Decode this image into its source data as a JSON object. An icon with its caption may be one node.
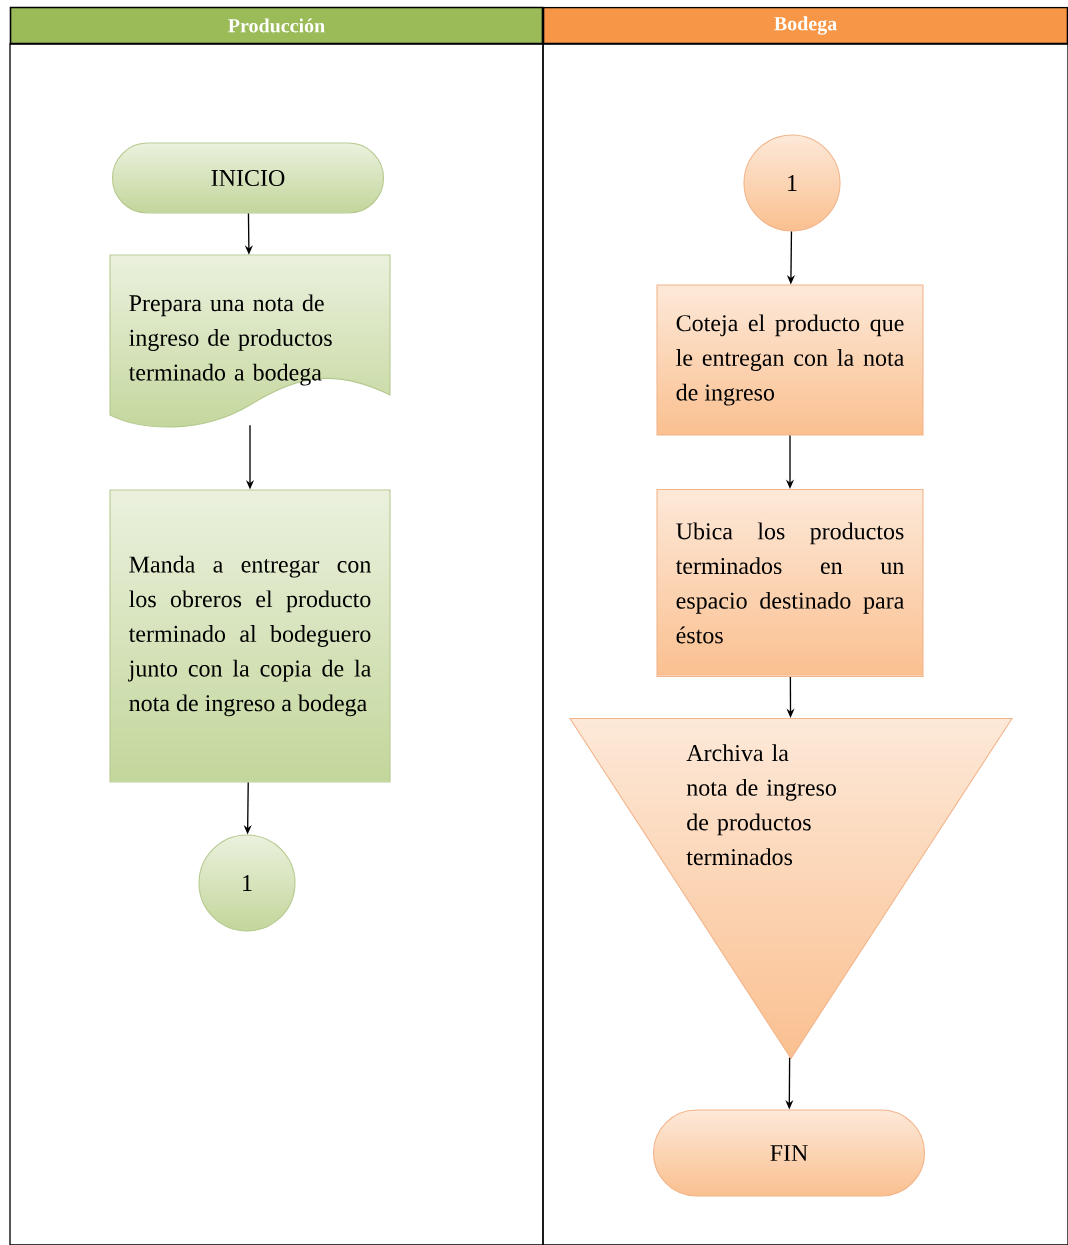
{
  "diagram": {
    "nodes": [
      {
        "text": [
          "Producción"
        ]
      },
      {
        "text": [
          "Bodega"
        ]
      },
      {
        "text": [
          "INICIO"
        ],
        "in": 0
      },
      {
        "text": [
          "Prepara una nota de ingreso de productos terminado a bodega"
        ],
        "in": 0
      },
      {
        "text": [
          "Manda a entregar con los obreros el producto terminado al bodeguero junto con la copia de la nota de ingreso a bodega"
        ],
        "in": 0
      },
      {
        "text": [
          "1"
        ],
        "in": 0
      },
      {
        "text": [
          "1"
        ],
        "in": 1
      },
      {
        "text": [
          "Coteja el producto que le entregan con la nota de ingreso"
        ],
        "in": 1
      },
      {
        "text": [
          "Ubica los productos terminados en un espacio destinado para éstos"
        ],
        "in": 1
      },
      {
        "text": [
          "Archiva la nota de ingreso de productos terminados"
        ],
        "in": 1
      },
      {
        "text": [
          "FIN"
        ],
        "in": 1
      }
    ],
    "edges": [
      {
        "from": 2,
        "to": 3,
        "arrow": "to"
      },
      {
        "from": 3,
        "to": 4,
        "arrow": "to"
      },
      {
        "from": 4,
        "to": 5,
        "arrow": "to"
      },
      {
        "from": 6,
        "to": 7,
        "arrow": "to"
      },
      {
        "from": 7,
        "to": 8,
        "arrow": "to"
      },
      {
        "from": 8,
        "to": 9,
        "arrow": "to"
      },
      {
        "from": 9,
        "to": 10,
        "arrow": "to"
      }
    ]
  }
}
